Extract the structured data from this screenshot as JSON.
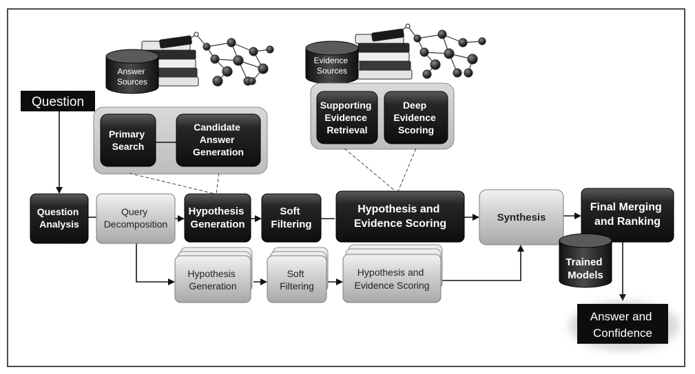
{
  "diagram": {
    "answer_sources": [
      "Answer",
      "Sources"
    ],
    "evidence_sources": [
      "Evidence",
      "Sources"
    ],
    "question": "Question",
    "primary_search": [
      "Primary",
      "Search"
    ],
    "candidate_answer_generation": [
      "Candidate",
      "Answer",
      "Generation"
    ],
    "supporting_evidence_retrieval": [
      "Supporting",
      "Evidence",
      "Retrieval"
    ],
    "deep_evidence_scoring": [
      "Deep",
      "Evidence",
      "Scoring"
    ],
    "question_analysis": [
      "Question",
      "Analysis"
    ],
    "query_decomposition": [
      "Query",
      "Decomposition"
    ],
    "hypothesis_generation": [
      "Hypothesis",
      "Generation"
    ],
    "soft_filtering": [
      "Soft",
      "Filtering"
    ],
    "hypothesis_evidence_scoring": [
      "Hypothesis and",
      "Evidence Scoring"
    ],
    "synthesis": "Synthesis",
    "final_merging": [
      "Final Merging",
      "and Ranking"
    ],
    "trained_models": [
      "Trained",
      "Models"
    ],
    "parallel_hypothesis_generation": [
      "Hypothesis",
      "Generation"
    ],
    "parallel_soft_filtering": [
      "Soft",
      "Filtering"
    ],
    "parallel_hypothesis_evidence_scoring": [
      "Hypothesis and",
      "Evidence Scoring"
    ],
    "answer_confidence": [
      "Answer and",
      "Confidence"
    ]
  },
  "colors": {
    "dark_box": "#1e1e1e",
    "light_box": "#cfcfcf",
    "group_panel": "#c9c9c9",
    "label_black": "#0d0d0d"
  }
}
